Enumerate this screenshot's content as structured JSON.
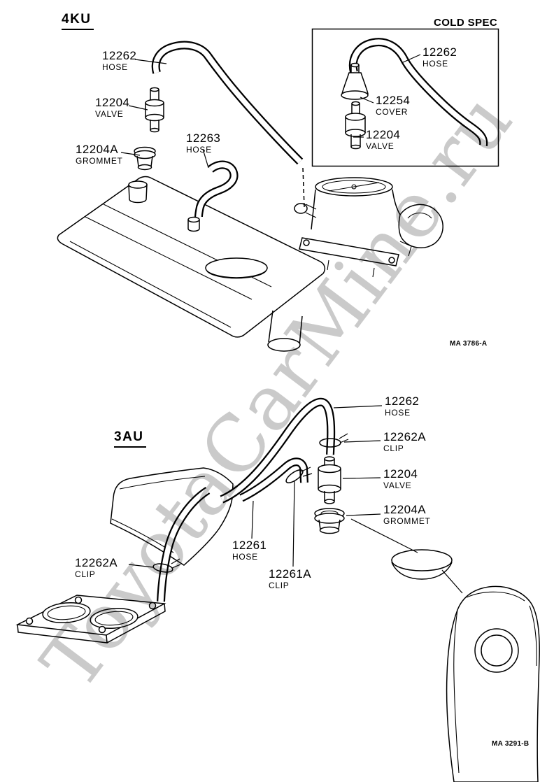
{
  "page": {
    "watermark": "ToyotaCarMine.ru",
    "ink_color": "#000000",
    "paper_color": "#ffffff",
    "watermark_color": "#bdbdbd"
  },
  "top_section": {
    "variant": "4KU",
    "inset_title": "COLD SPEC",
    "figure_code": "MA 3786-A",
    "labels": {
      "hose_12262": {
        "part": "12262",
        "desc": "HOSE"
      },
      "valve_12204": {
        "part": "12204",
        "desc": "VALVE"
      },
      "grommet_12204a": {
        "part": "12204A",
        "desc": "GROMMET"
      },
      "hose_12263": {
        "part": "12263",
        "desc": "HOSE"
      },
      "cold_hose_12262": {
        "part": "12262",
        "desc": "HOSE"
      },
      "cover_12254": {
        "part": "12254",
        "desc": "COVER"
      },
      "cold_valve_12204": {
        "part": "12204",
        "desc": "VALVE"
      }
    }
  },
  "bottom_section": {
    "variant": "3AU",
    "figure_code": "MA 3291-B",
    "labels": {
      "hose_12262": {
        "part": "12262",
        "desc": "HOSE"
      },
      "clip_12262a_right": {
        "part": "12262A",
        "desc": "CLIP"
      },
      "valve_12204": {
        "part": "12204",
        "desc": "VALVE"
      },
      "grommet_12204a": {
        "part": "12204A",
        "desc": "GROMMET"
      },
      "hose_12261": {
        "part": "12261",
        "desc": "HOSE"
      },
      "clip_12262a_left": {
        "part": "12262A",
        "desc": "CLIP"
      },
      "clip_12261a": {
        "part": "12261A",
        "desc": "CLIP"
      }
    }
  }
}
